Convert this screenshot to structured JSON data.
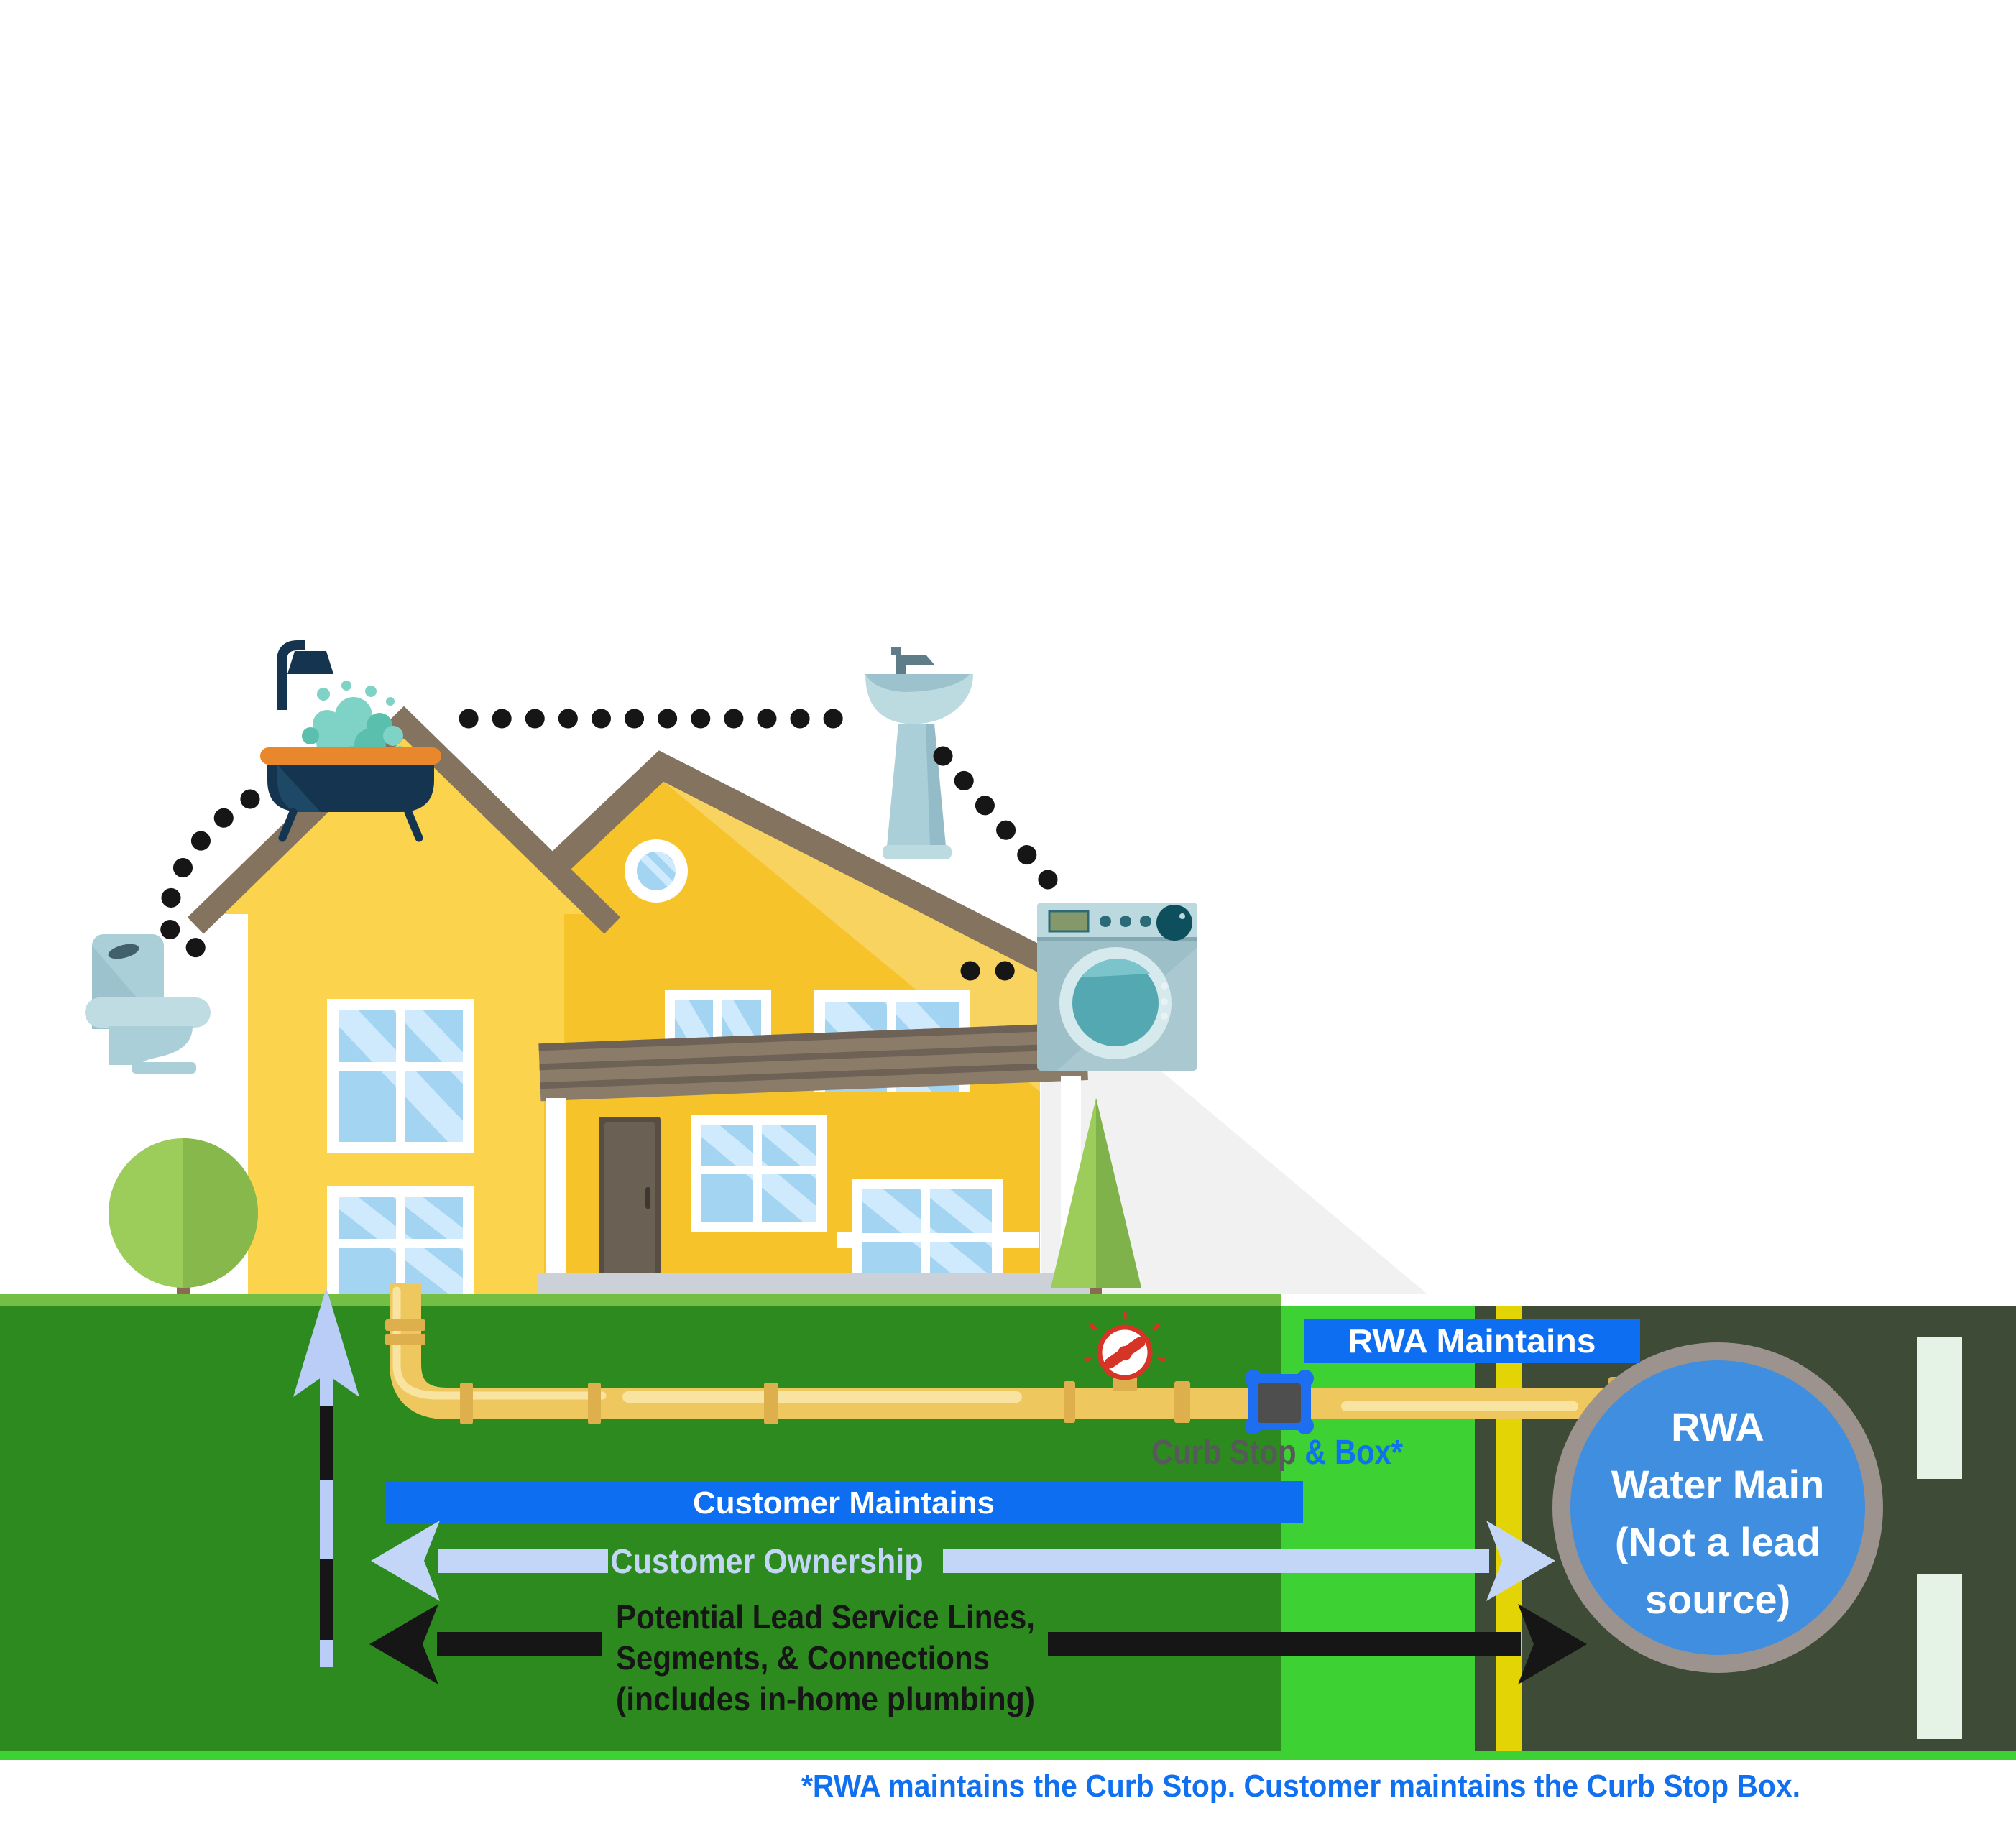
{
  "labels": {
    "rwa_maintains": "RWA Maintains",
    "customer_maintains": "Customer Maintains",
    "customer_ownership": "Customer Ownership",
    "lead_arrow_line1": "Potential Lead Service Lines,",
    "lead_arrow_line2": "Segments, & Connections",
    "lead_arrow_line3": "(includes in-home plumbing)",
    "curb_stop": {
      "gray_part": "Curb Stop ",
      "blue_part": "& Box*"
    },
    "water_main": {
      "line1": "RWA",
      "line2": "Water Main",
      "line3": "(Not a lead",
      "line4": "source)"
    },
    "footnote": "*RWA maintains the Curb Stop.  Customer maintains the Curb Stop Box."
  },
  "icons": [
    "house-icon",
    "bathtub-icon",
    "sink-icon",
    "toilet-icon",
    "washing-machine-icon",
    "tree-icon",
    "pine-tree-icon",
    "water-meter-gauge-icon",
    "curb-stop-box-icon",
    "water-main-icon",
    "up-arrow-dashed-icon",
    "left-right-arrow-icon"
  ],
  "colors": {
    "banner_blue": "#0d6ef2",
    "footnote_blue": "#1170f0",
    "light_blue_arrow": "#c3d6f8",
    "arrow_black": "#161616",
    "yard_green": "#2d8a1f",
    "yard_cap_green": "#72bf44",
    "curb_strip_green": "#3ed133",
    "road_olive": "#3e4b36",
    "road_stripe_yellow": "#e3d406",
    "road_dash_mint": "#e4f3e6",
    "pipe_yellow": "#eec75f",
    "pipe_highlight": "#f8e4a0",
    "pipe_coupling": "#ddb04d",
    "water_main_blue": "#3f8ee0",
    "water_main_ring": "#9c938e",
    "curb_stop_text_gray": "#58595b",
    "gauge_red": "#d63426",
    "house_yellow_main": "#f6c42a",
    "house_yellow_wing": "#fbd34c",
    "roof_brown": "#83735f"
  }
}
